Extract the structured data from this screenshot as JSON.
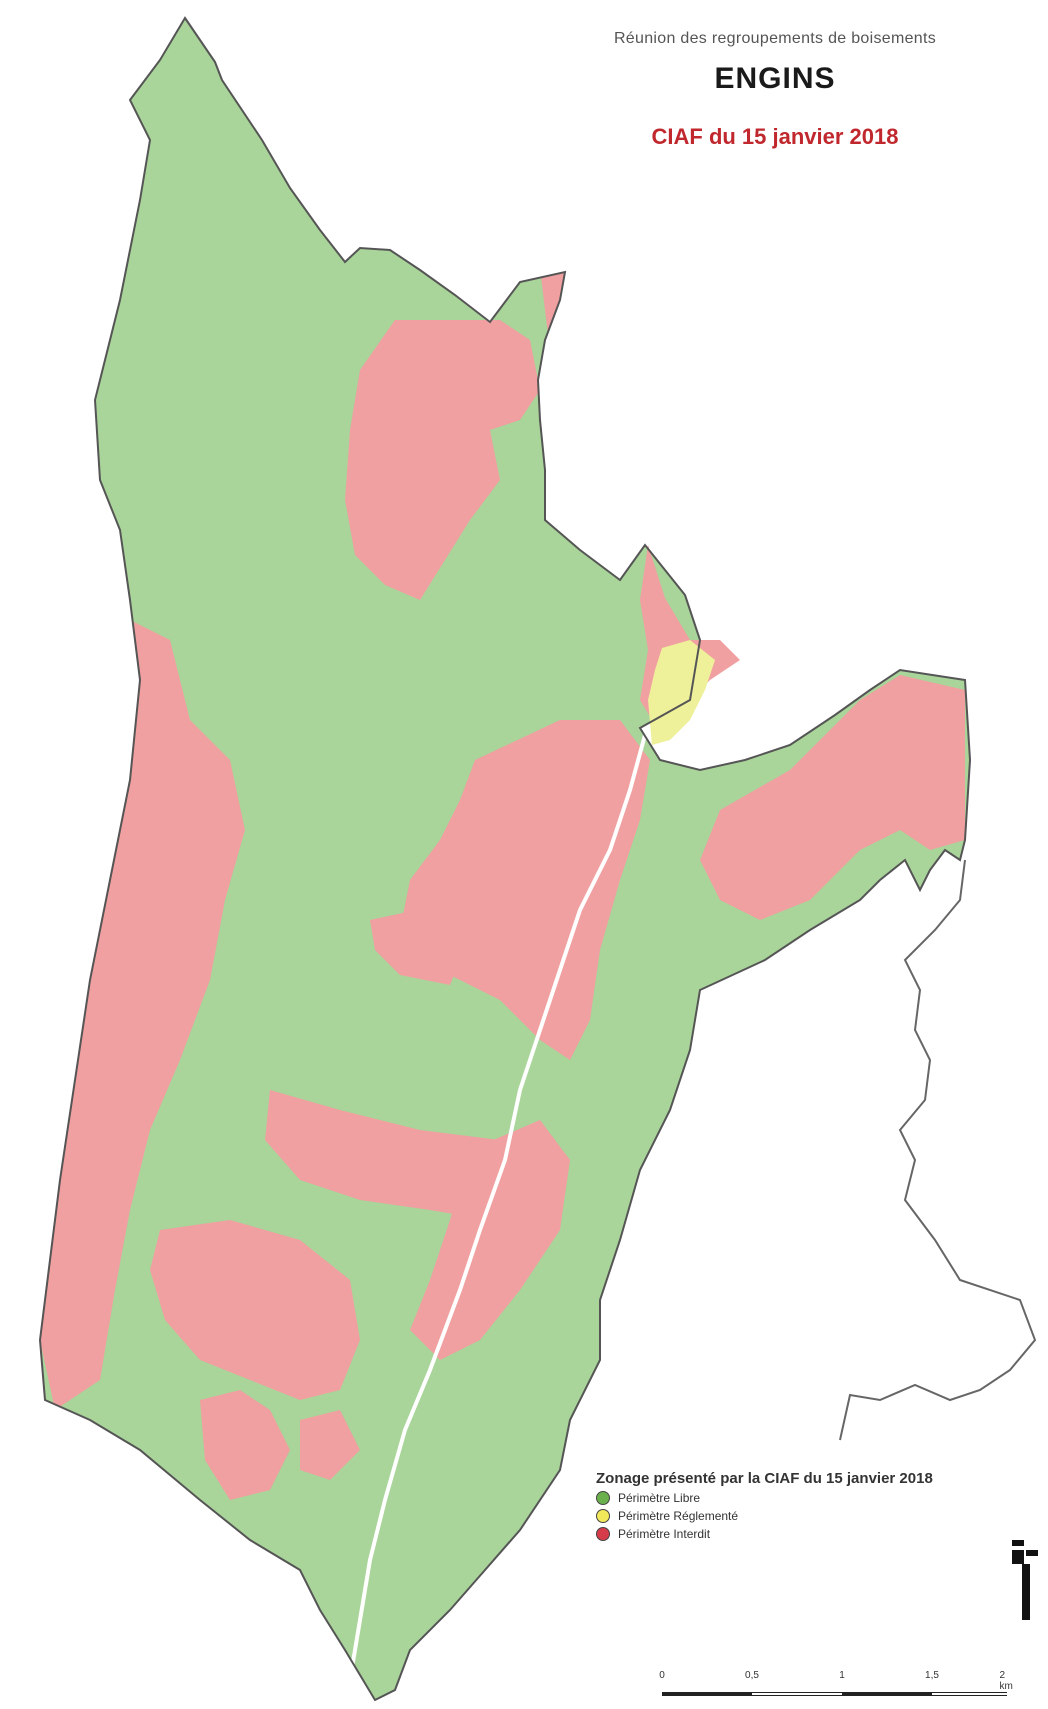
{
  "header": {
    "subtitle": "Réunion des regroupements de boisements",
    "title": "ENGINS",
    "date": "CIAF du 15 janvier 2018"
  },
  "legend": {
    "title": "Zonage présenté par la CIAF du 15 janvier 2018",
    "items": [
      {
        "label": "Périmètre Libre",
        "color": "#6ab04c"
      },
      {
        "label": "Périmètre Réglementé",
        "color": "#f1e85a"
      },
      {
        "label": "Périmètre Interdit",
        "color": "#d63b4a"
      }
    ]
  },
  "scale": {
    "ticks": [
      "0",
      "0,5",
      "1",
      "1,5",
      "2 km"
    ]
  },
  "colors": {
    "libre_fill": "#a9d49a",
    "interdit_fill": "#f0a0a0",
    "reglemente_fill": "#eef09a",
    "commune_border": "#555555"
  }
}
